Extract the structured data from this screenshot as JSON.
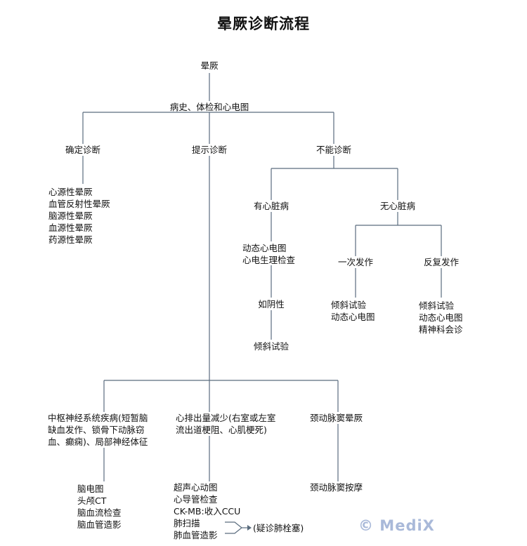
{
  "title": "晕厥诊断流程",
  "root": "晕厥",
  "step1": "病史、体检和心电图",
  "branches": {
    "definite": "确定诊断",
    "suggestive": "提示诊断",
    "unexplained": "不能诊断"
  },
  "definite_list": [
    "心源性晕厥",
    "血管反射性晕厥",
    "脑源性晕厥",
    "血源性晕厥",
    "药源性晕厥"
  ],
  "heart_disease": {
    "label": "有心脏病",
    "tests": [
      "动态心电图",
      "心电生理检查"
    ],
    "if_negative": "如阴性",
    "then": "倾斜试验"
  },
  "no_heart_disease": {
    "label": "无心脏病",
    "single": {
      "label": "一次发作",
      "tests": [
        "倾斜试验",
        "动态心电图"
      ]
    },
    "recurrent": {
      "label": "反复发作",
      "tests": [
        "倾斜试验",
        "动态心电图",
        "精神科会诊"
      ]
    }
  },
  "cns": {
    "lines": [
      "中枢神经系统疾病(短暂脑",
      "缺血发作、锁骨下动脉窃",
      "血、癫痫)、局部神经体征"
    ],
    "tests": [
      "脑电图",
      "头颅CT",
      "脑血流检查",
      "脑血管造影"
    ]
  },
  "cardiac_output": {
    "lines": [
      "心排出量减少(右室或左室",
      "流出道梗阻、心肌梗死)"
    ],
    "tests": [
      "超声心动图",
      "心导管检查",
      "CK-MB:收入CCU",
      "肺扫描",
      "肺血管造影"
    ],
    "note": "(疑诊肺栓塞)"
  },
  "carotid": {
    "label": "颈动脉窦晕厥",
    "test": "颈动脉窦按摩"
  },
  "watermark": "© MediX",
  "colors": {
    "line": "#5a6c7e",
    "text": "#111111",
    "logo": "#a9b9d9"
  }
}
